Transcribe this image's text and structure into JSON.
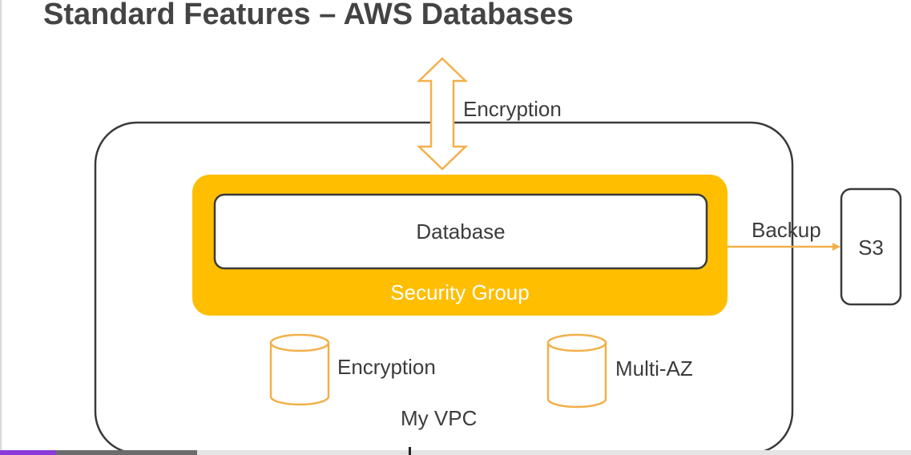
{
  "title": "Standard Features – AWS Databases",
  "diagram": {
    "database_label": "Database",
    "security_group_label": "Security Group",
    "transit_encryption_label": "Encryption",
    "backup_label": "Backup",
    "s3_label": "S3",
    "storage_encryption_label": "Encryption",
    "multi_az_label": "Multi-AZ",
    "vpc_label": "My VPC"
  },
  "colors": {
    "security_group_fill": "#FFBE00",
    "accent_outline": "#F3B04A",
    "box_stroke": "#3a3a3a"
  },
  "icons": {
    "arrow": "double-headed-vertical-arrow-icon",
    "storage": "database-cylinder-icon"
  }
}
